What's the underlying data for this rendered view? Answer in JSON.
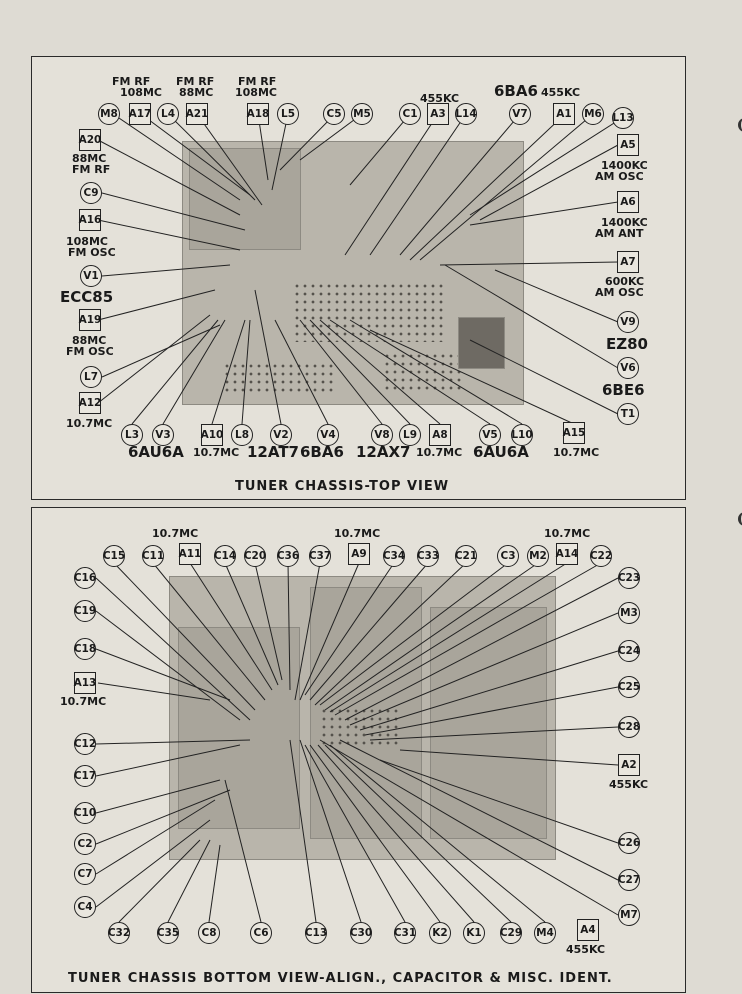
{
  "top": {
    "caption": "TUNER CHASSIS-TOP VIEW",
    "freq_labels": {
      "fmrf108_a17": "FM RF",
      "fmrf108_a17_b": "108MC",
      "fmrf88_a21": "FM RF",
      "fmrf88_a21_b": "88MC",
      "fmrf108_a18": "FM RF",
      "fmrf108_a18_b": "108MC",
      "kc455_a3": "455KC",
      "tube_6ba6": "6BA6",
      "kc455_a1": "455KC",
      "a20_b": "88MC",
      "a20_c": "FM RF",
      "a5_b": "1400KC",
      "a5_c": "AM OSC",
      "a6_b": "1400KC",
      "a6_c": "AM ANT",
      "a16_b": "108MC",
      "a16_c": "FM OSC",
      "a7_b": "600KC",
      "a7_c": "AM OSC",
      "ecc85": "ECC85",
      "ez80": "EZ80",
      "a19_b": "88MC",
      "a19_c": "FM OSC",
      "be6": "6BE6",
      "a12_b": "10.7MC",
      "bottom_tubes": "6AU6A",
      "a10_b": "10.7MC",
      "at7": "12AT7",
      "ba6": "6BA6",
      "ax7": "12AX7",
      "a8_b": "10.7MC",
      "au6a": "6AU6A",
      "a15_b": "10.7MC"
    },
    "callouts": {
      "M8": "M8",
      "A17": "A17",
      "L4": "L4",
      "A21": "A21",
      "A18": "A18",
      "L5": "L5",
      "C5": "C5",
      "M5": "M5",
      "C1": "C1",
      "A3": "A3",
      "L14": "L14",
      "V7": "V7",
      "A1": "A1",
      "M6": "M6",
      "L13": "L13",
      "A20": "A20",
      "A5": "A5",
      "C9": "C9",
      "A6": "A6",
      "A16": "A16",
      "V1": "V1",
      "A7": "A7",
      "A19": "A19",
      "V9": "V9",
      "L7": "L7",
      "V6": "V6",
      "A12": "A12",
      "T1": "T1",
      "L3": "L3",
      "V3": "V3",
      "A10": "A10",
      "L8": "L8",
      "V2": "V2",
      "V4": "V4",
      "V8": "V8",
      "L9": "L9",
      "A8": "A8",
      "V5": "V5",
      "L10": "L10",
      "A15": "A15"
    }
  },
  "bottom": {
    "caption": "TUNER CHASSIS BOTTOM VIEW-ALIGN., CAPACITOR & MISC. IDENT.",
    "freq_labels": {
      "a11_top": "10.7MC",
      "a9_top": "10.7MC",
      "a14_top": "10.7MC",
      "a13_b": "10.7MC",
      "a2_b": "455KC",
      "a4_b": "455KC"
    },
    "callouts": {
      "C15": "C15",
      "C11": "C11",
      "A11": "A11",
      "C14": "C14",
      "C20": "C20",
      "C36": "C36",
      "C37": "C37",
      "A9": "A9",
      "C34": "C34",
      "C33": "C33",
      "C21": "C21",
      "C3": "C3",
      "M2": "M2",
      "A14": "A14",
      "C22": "C22",
      "C16": "C16",
      "C23": "C23",
      "C19": "C19",
      "M3": "M3",
      "C18": "C18",
      "C24": "C24",
      "A13": "A13",
      "C25": "C25",
      "C28": "C28",
      "C12": "C12",
      "C17": "C17",
      "A2": "A2",
      "C10": "C10",
      "C2": "C2",
      "C26": "C26",
      "C7": "C7",
      "C27": "C27",
      "C4": "C4",
      "M7": "M7",
      "C32": "C32",
      "C35": "C35",
      "C8": "C8",
      "C6": "C6",
      "C13": "C13",
      "C30": "C30",
      "C31": "C31",
      "K2": "K2",
      "K1": "K1",
      "C29": "C29",
      "M4": "M4",
      "A4": "A4"
    }
  }
}
